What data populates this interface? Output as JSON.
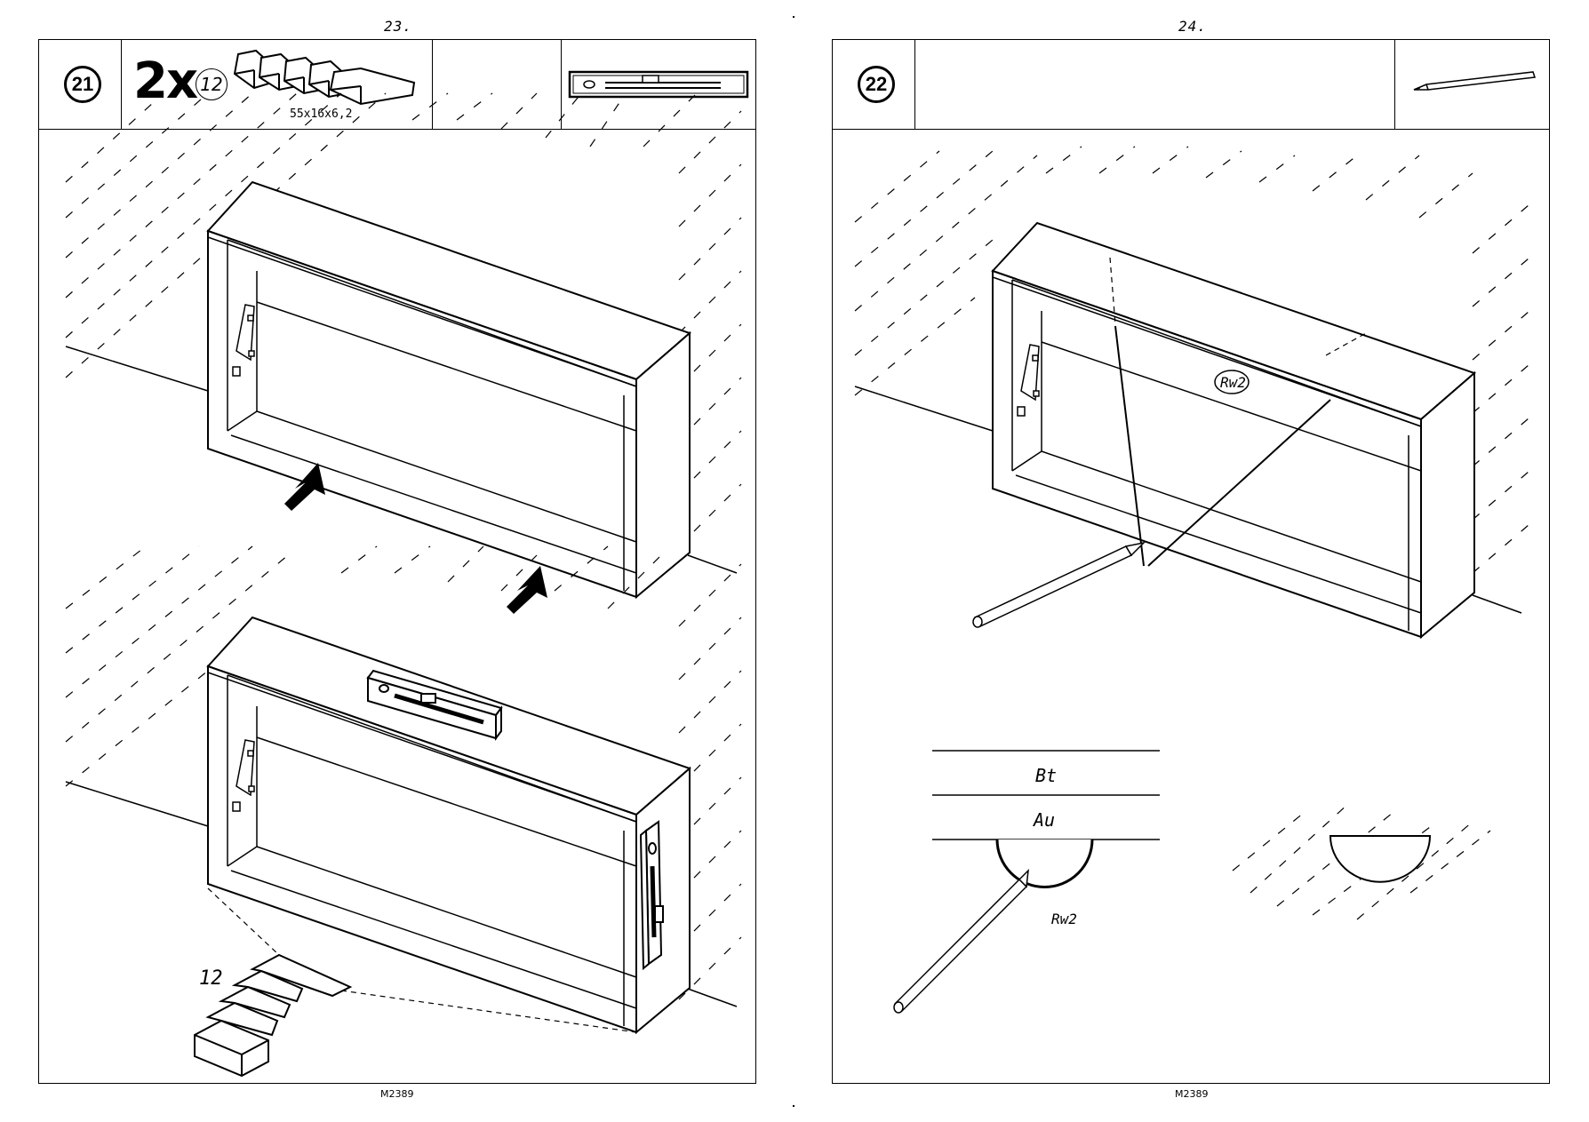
{
  "pages": [
    {
      "page_number": "23.",
      "step": "21",
      "quantity": "2x",
      "part_number": "12",
      "part_dimensions": "55x16x6,2",
      "wedge_label": "12",
      "doc_code": "M2389",
      "tools": [
        "spirit-level"
      ]
    },
    {
      "page_number": "24.",
      "step": "22",
      "marker_label": "Rw2",
      "layer_top": "Bt",
      "layer_bottom": "Au",
      "marker_label_detail": "Rw2",
      "doc_code": "M2389",
      "tools": [
        "pencil"
      ]
    }
  ]
}
